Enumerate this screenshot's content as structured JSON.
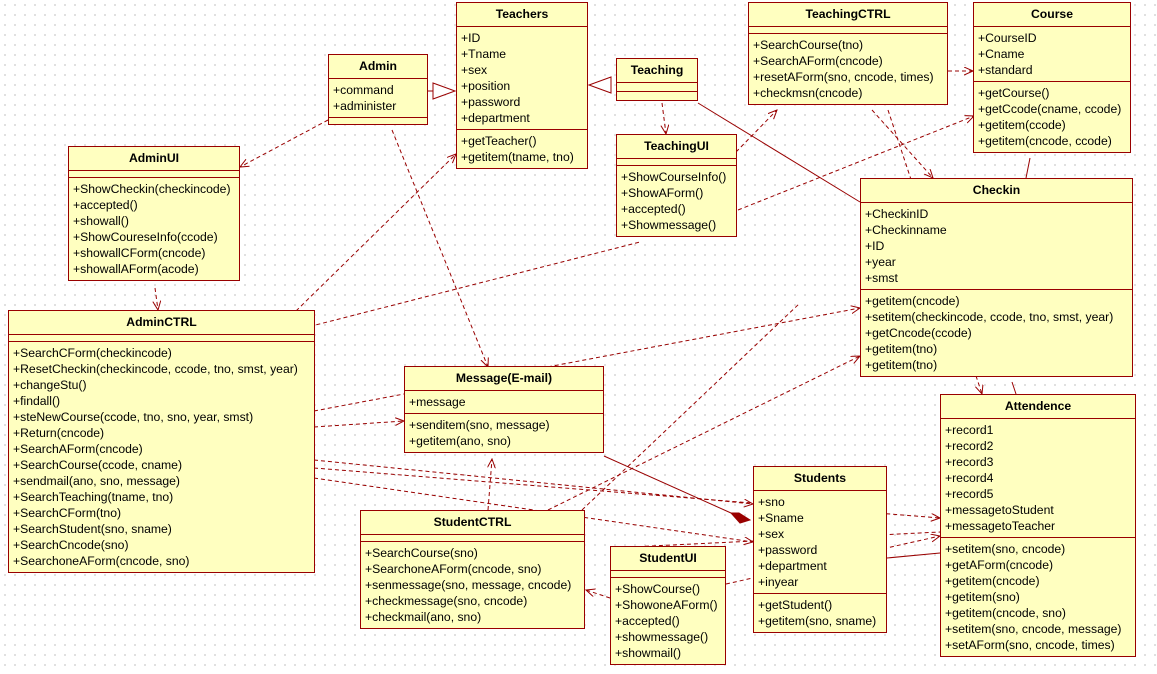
{
  "diagram": {
    "classes": {
      "teachers": {
        "name": "Teachers",
        "attributes": [
          "+ID",
          "+Tname",
          "+sex",
          "+position",
          "+password",
          "+department"
        ],
        "methods": [
          "+getTeacher()",
          "+getitem(tname, tno)"
        ]
      },
      "teaching_ctrl": {
        "name": "TeachingCTRL",
        "attributes": [],
        "methods": [
          "+SearchCourse(tno)",
          "+SearchAForm(cncode)",
          "+resetAForm(sno, cncode, times)",
          "+checkmsn(cncode)"
        ]
      },
      "course": {
        "name": "Course",
        "attributes": [
          "+CourseID",
          "+Cname",
          "+standard"
        ],
        "methods": [
          "+getCourse()",
          "+getCcode(cname, ccode)",
          "+getitem(ccode)",
          "+getitem(cncode, ccode)"
        ]
      },
      "admin": {
        "name": "Admin",
        "attributes": [
          "+command",
          "+administer"
        ],
        "methods": []
      },
      "teaching": {
        "name": "Teaching",
        "attributes": [],
        "methods": []
      },
      "teaching_ui": {
        "name": "TeachingUI",
        "attributes": [],
        "methods": [
          "+ShowCourseInfo()",
          "+ShowAForm()",
          "+accepted()",
          "+Showmessage()"
        ]
      },
      "admin_ui": {
        "name": "AdminUI",
        "attributes": [],
        "methods": [
          "+ShowCheckin(checkincode)",
          "+accepted()",
          "+showall()",
          "+ShowCoureseInfo(ccode)",
          "+showallCForm(cncode)",
          "+showallAForm(acode)"
        ]
      },
      "checkin": {
        "name": "Checkin",
        "attributes": [
          "+CheckinID",
          "+Checkinname",
          "+ID",
          "+year",
          "+smst"
        ],
        "methods": [
          "+getitem(cncode)",
          "+setitem(checkincode, ccode, tno, smst, year)",
          "+getCncode(ccode)",
          "+getitem(tno)",
          "+getitem(tno)"
        ]
      },
      "admin_ctrl": {
        "name": "AdminCTRL",
        "attributes": [],
        "methods": [
          "+SearchCForm(checkincode)",
          "+ResetCheckin(checkincode, ccode, tno, smst, year)",
          "+changeStu()",
          "+findall()",
          "+steNewCourse(ccode, tno, sno, year, smst)",
          "+Return(cncode)",
          "+SearchAForm(cncode)",
          "+SearchCourse(ccode, cname)",
          "+sendmail(ano, sno, message)",
          "+SearchTeaching(tname, tno)",
          "+SearchCForm(tno)",
          "+SearchStudent(sno, sname)",
          "+SearchCncode(sno)",
          "+SearchoneAForm(cncode, sno)"
        ]
      },
      "message": {
        "name": "Message(E-mail)",
        "attributes": [
          "+message"
        ],
        "methods": [
          "+senditem(sno, message)",
          "+getitem(ano, sno)"
        ]
      },
      "attendence": {
        "name": "Attendence",
        "attributes": [
          "+record1",
          "+record2",
          "+record3",
          "+record4",
          "+record5",
          "+messagetoStudent",
          "+messagetoTeacher"
        ],
        "methods": [
          "+setitem(sno, cncode)",
          "+getAForm(cncode)",
          "+getitem(cncode)",
          "+getitem(sno)",
          "+getitem(cncode, sno)",
          "+setitem(sno, cncode, message)",
          "+setAForm(sno, cncode, times)"
        ]
      },
      "students": {
        "name": "Students",
        "attributes": [
          "+sno",
          "+Sname",
          "+sex",
          "+password",
          "+department",
          "+inyear"
        ],
        "methods": [
          "+getStudent()",
          "+getitem(sno, sname)"
        ]
      },
      "student_ctrl": {
        "name": "StudentCTRL",
        "attributes": [],
        "methods": [
          "+SearchCourse(sno)",
          "+SearchoneAForm(cncode, sno)",
          "+senmessage(sno, message, cncode)",
          "+checkmessage(sno, cncode)",
          "+checkmail(ano, sno)"
        ]
      },
      "student_ui": {
        "name": "StudentUI",
        "attributes": [],
        "methods": [
          "+ShowCourse()",
          "+ShowoneAForm()",
          "+accepted()",
          "+showmessage()",
          "+showmail()"
        ]
      }
    },
    "colors": {
      "fill": "#ffffc0",
      "border": "#990000",
      "line": "#990000",
      "background": "#ffffff"
    }
  }
}
